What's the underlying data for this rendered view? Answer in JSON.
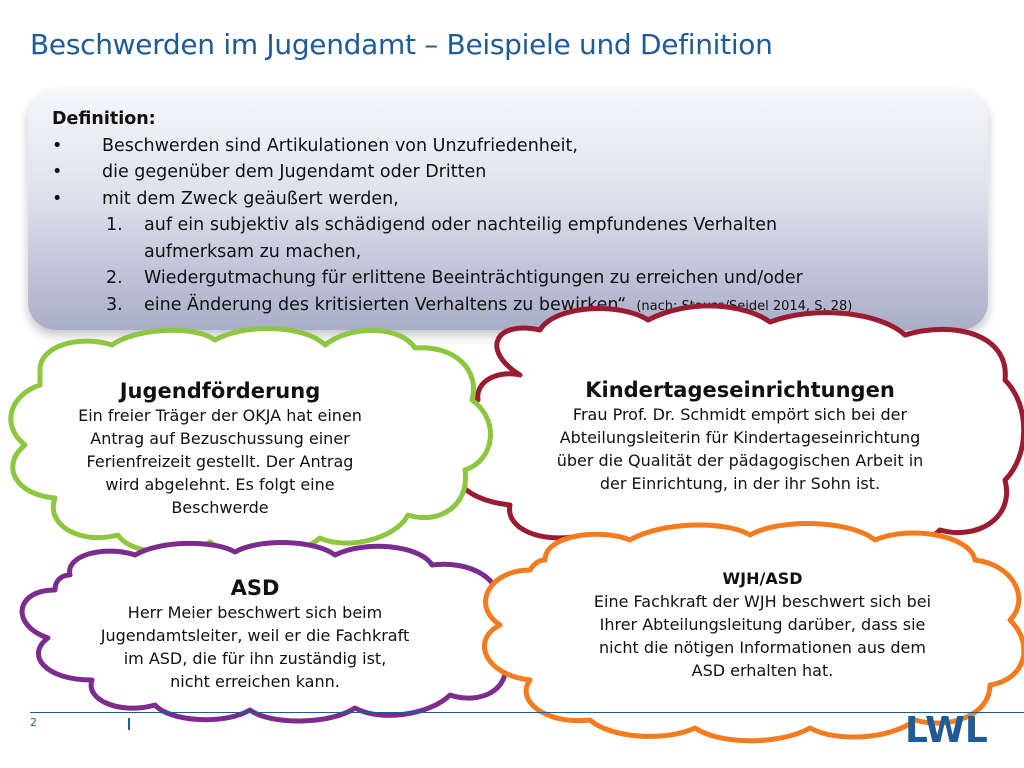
{
  "title": "Beschwerden im Jugendamt – Beispiele und Definition",
  "definition": {
    "heading": "Definition:",
    "bullets": [
      "Beschwerden sind Artikulationen von Unzufriedenheit,",
      "die gegenüber dem Jugendamt oder Dritten",
      "mit dem Zweck geäußert werden,"
    ],
    "numbered": [
      {
        "num": "1.",
        "line1": "auf ein subjektiv als schädigend oder nachteilig empfundenes Verhalten",
        "line2": "aufmerksam zu machen,"
      },
      {
        "num": "2.",
        "line1": "Wiedergutmachung für erlittene Beeinträchtigungen zu erreichen und/oder",
        "line2": ""
      },
      {
        "num": "3.",
        "line1": "eine Änderung des kritisierten Verhaltens zu bewirken“",
        "line2": ""
      }
    ],
    "source": "(nach: Stauss/Seidel 2014, S. 28)"
  },
  "clouds": {
    "jugendfoerderung": {
      "title": "Jugendförderung",
      "lines": [
        "Ein freier Träger der OKJA hat einen",
        "Antrag auf Bezuschussung einer",
        "Ferienfreizeit gestellt. Der Antrag",
        "wird abgelehnt. Es folgt eine",
        "Beschwerde"
      ],
      "color": "#8dc63f"
    },
    "kita": {
      "title": "Kindertageseinrichtungen",
      "lines": [
        "Frau  Prof. Dr. Schmidt empört sich bei der",
        "Abteilungsleiterin für Kindertageseinrichtung",
        "über die Qualität der pädagogischen Arbeit in",
        "der Einrichtung, in der ihr Sohn ist."
      ],
      "color": "#9b1b30"
    },
    "asd": {
      "title": "ASD",
      "lines": [
        "Herr Meier beschwert sich beim",
        "Jugendamtsleiter, weil er die Fachkraft",
        "im ASD, die für ihn zuständig ist,",
        "nicht erreichen kann."
      ],
      "color": "#7b2d8e"
    },
    "wjh": {
      "title": "WJH/ASD",
      "lines": [
        "Eine Fachkraft der WJH beschwert sich bei",
        "Ihrer Abteilungsleitung darüber, dass sie",
        "nicht die nötigen Informationen aus dem",
        "ASD erhalten hat."
      ],
      "color": "#f47b20"
    }
  },
  "footer": {
    "page_number": "2",
    "logo": "LWL"
  }
}
